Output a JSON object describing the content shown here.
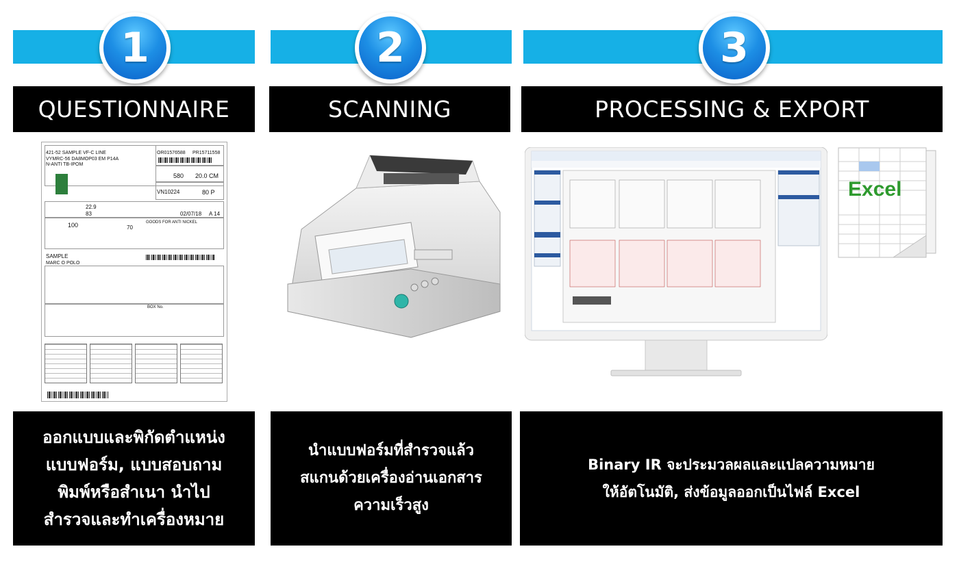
{
  "steps": [
    {
      "number": "1",
      "title": "QUESTIONNAIRE",
      "description": [
        "ออกแบบและพิกัดตำแหน่ง",
        "แบบฟอร์ม, แบบสอบถาม",
        "พิมพ์หรือสำเนา นำไป",
        "สำรวจและทำเครื่องหมาย"
      ]
    },
    {
      "number": "2",
      "title": "SCANNING",
      "description": [
        "นำแบบฟอร์มที่สำรวจแล้ว",
        "สแกนด้วยเครื่องอ่านเอกสาร",
        "ความเร็วสูง"
      ]
    },
    {
      "number": "3",
      "title": "PROCESSING & EXPORT",
      "description": [
        "Binary IR จะประมวลผลและแปลความหมาย",
        "ให้อัตโนมัติ, ส่งข้อมูลออกเป็นไฟล์ Excel"
      ]
    }
  ],
  "form": {
    "line1": "421-52 SAMPLE VF-C LINE",
    "line2": "VYMRC-56 DA8MOP03 EM P14A",
    "line3": "N-ANTI TB-IPOM",
    "order": "OR01576588",
    "pr": "PR15711558",
    "color": "580",
    "length": "20.0 CM",
    "keep_code": "VN10224",
    "order_qty": "80 P",
    "val_229": "22.9",
    "val_83": "83",
    "date": "02/07/18",
    "a14": "A 14",
    "val_100": "100",
    "val_70": "70",
    "goods": "GOODS FOR ANTI NICKEL",
    "sample": "SAMPLE",
    "marc": "MARC O POLO",
    "box_no": "BOX No."
  },
  "excel_label": "Excel",
  "colors": {
    "bar": "#16b0e6",
    "badge": "#1d8fe5",
    "title_bg": "#000000",
    "excel_green": "#2e9a2e"
  }
}
